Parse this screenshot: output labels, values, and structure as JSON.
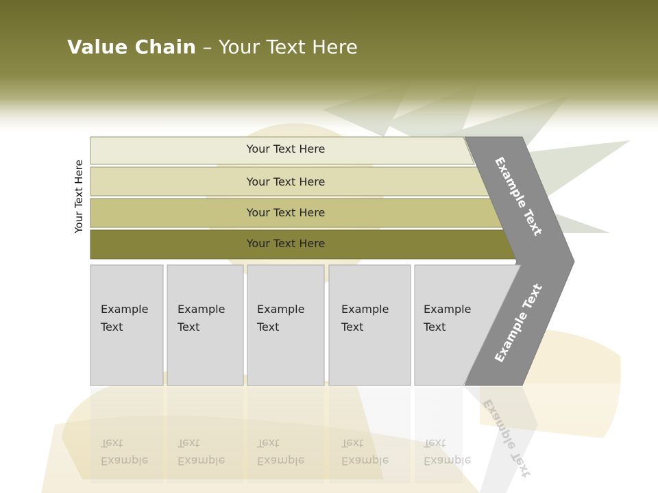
{
  "slide": {
    "title_bold": "Value Chain",
    "title_rest": " – Your Text Here",
    "side_label": "Your Text Here"
  },
  "bars": [
    {
      "label": "Your Text Here"
    },
    {
      "label": "Your Text Here"
    },
    {
      "label": "Your Text Here"
    },
    {
      "label": "Your Text Here"
    }
  ],
  "cells": [
    {
      "line1": "Example",
      "line2": "Text"
    },
    {
      "line1": "Example",
      "line2": "Text"
    },
    {
      "line1": "Example",
      "line2": "Text"
    },
    {
      "line1": "Example",
      "line2": "Text"
    },
    {
      "line1": "Example",
      "line2": "Text"
    }
  ],
  "chevron": {
    "upper_label": "Example Text",
    "lower_label": "Example Text"
  },
  "colors": {
    "header": "#7d7c3a",
    "bar1": "#ecebd8",
    "bar2": "#dfdcb4",
    "bar3": "#c6c385",
    "bar4": "#87843e",
    "cell": "#d8d8d8",
    "chevron": "#8c8c8c"
  }
}
